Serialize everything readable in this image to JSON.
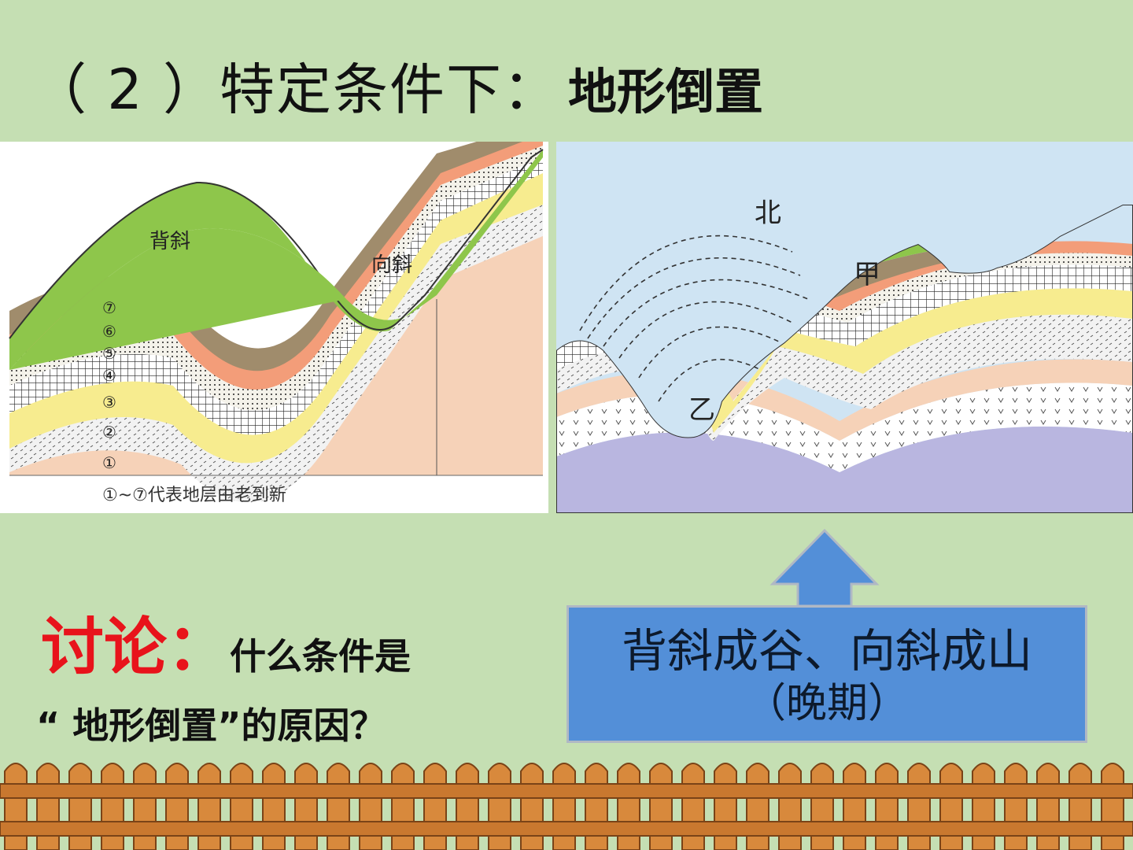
{
  "title": {
    "prefix": "（ 2 ）特定条件下：",
    "main": "地形倒置"
  },
  "left_diagram": {
    "anticline_label": "背斜",
    "syncline_label": "向斜",
    "strata_markers": [
      "⑦",
      "⑥",
      "⑤",
      "④",
      "③",
      "②",
      "①"
    ],
    "caption": "①~⑦代表地层由老到新"
  },
  "right_diagram": {
    "north_label": "北",
    "jia_label": "甲",
    "yi_label": "乙"
  },
  "discussion": {
    "label": "讨论：",
    "question_part1": "什么条件是",
    "question_part2": "“ 地形倒置”的原因？"
  },
  "answer": {
    "line1": "背斜成谷、向斜成山",
    "line2": "（晚期）"
  },
  "colors": {
    "background": "#c5dfb3",
    "answer_box": "#538fd8",
    "discussion_label": "#e8131b",
    "fence": "#d8893c"
  }
}
